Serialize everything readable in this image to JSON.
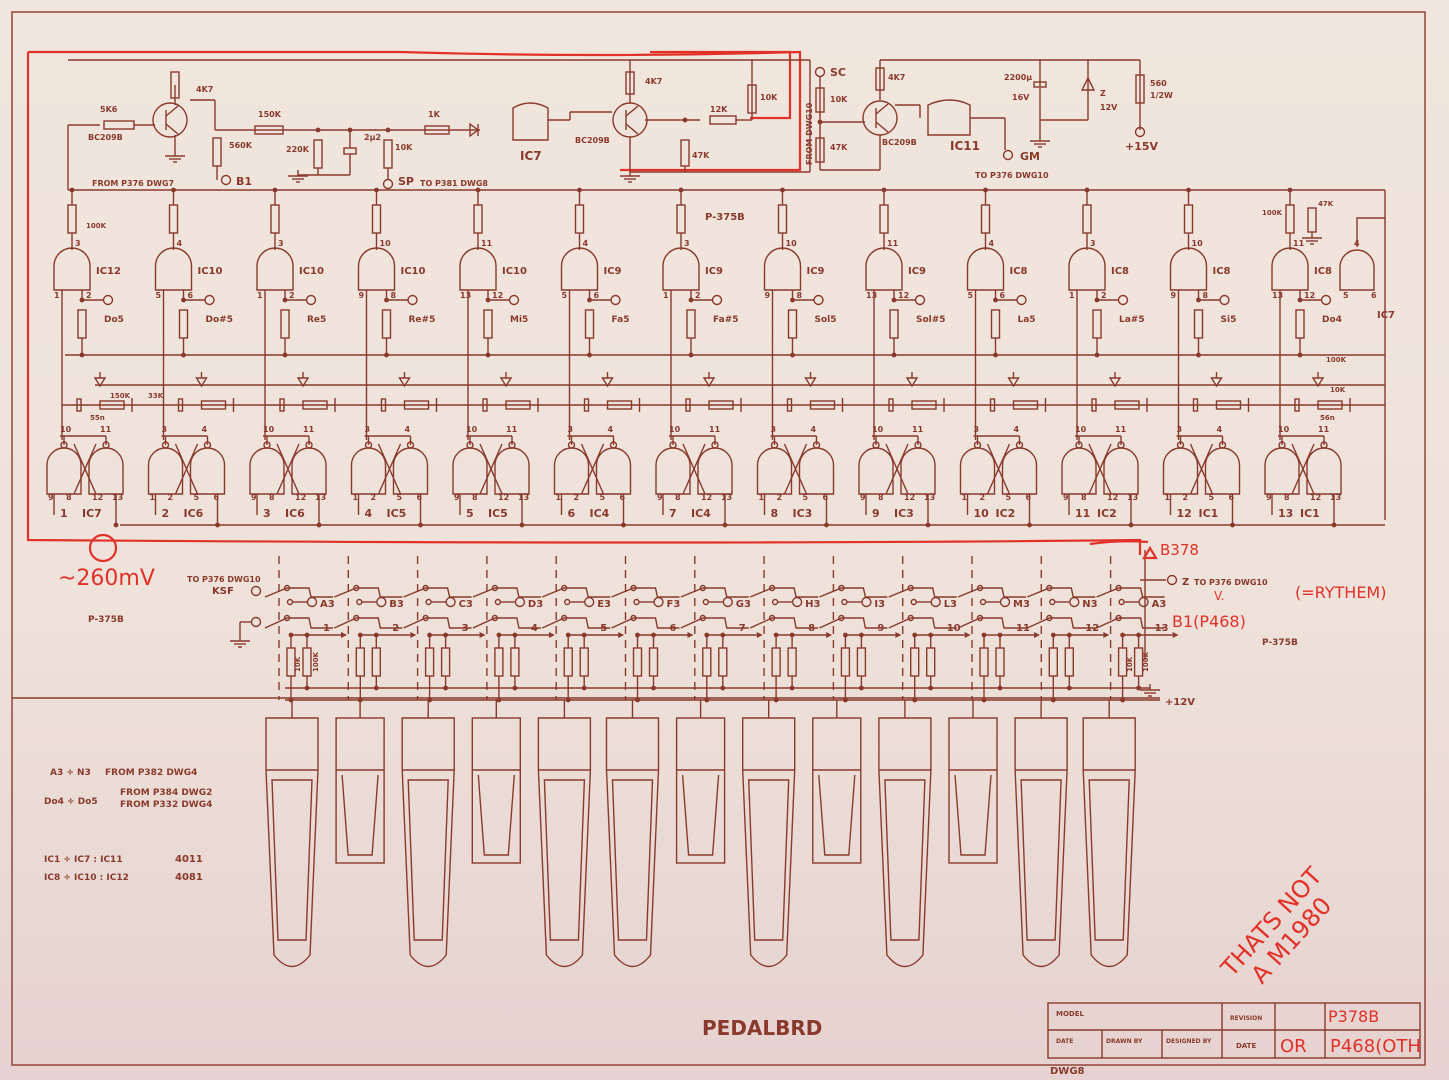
{
  "title": "PEDALBRD",
  "drawing_ref": "DWG8",
  "board_labels": [
    "P-375B",
    "P-375B",
    "P-375B"
  ],
  "top_circuit": {
    "labels": [
      "5K6",
      "BC209B",
      "4K7",
      "560K",
      "150K",
      "220K",
      "2µ2",
      "10K",
      "1K",
      "IC7",
      "BC209B",
      "4K7",
      "47K",
      "12K",
      "10K",
      "FROM P376 DWG7",
      "B1",
      "SP",
      "TO P381 DWG8",
      "FROM DWG10",
      "SC",
      "10K",
      "47K",
      "4K7",
      "BC209B",
      "IC11",
      "GM",
      "TO P376 DWG10",
      "2200µ",
      "16V",
      "Z",
      "12V",
      "560",
      "1/2W",
      "+15V"
    ]
  },
  "gates": [
    {
      "ic": "IC12",
      "out": "3",
      "in": [
        "1",
        "2"
      ],
      "note": "Do5",
      "r": "100K"
    },
    {
      "ic": "IC10",
      "out": "4",
      "in": [
        "5",
        "6"
      ],
      "note": "Do#5"
    },
    {
      "ic": "IC10",
      "out": "3",
      "in": [
        "1",
        "2"
      ],
      "note": "Re5"
    },
    {
      "ic": "IC10",
      "out": "10",
      "in": [
        "9",
        "8"
      ],
      "note": "Re#5"
    },
    {
      "ic": "IC10",
      "out": "11",
      "in": [
        "13",
        "12"
      ],
      "note": "Mi5"
    },
    {
      "ic": "IC9",
      "out": "4",
      "in": [
        "5",
        "6"
      ],
      "note": "Fa5"
    },
    {
      "ic": "IC9",
      "out": "3",
      "in": [
        "1",
        "2"
      ],
      "note": "Fa#5"
    },
    {
      "ic": "IC9",
      "out": "10",
      "in": [
        "9",
        "8"
      ],
      "note": "Sol5"
    },
    {
      "ic": "IC9",
      "out": "11",
      "in": [
        "13",
        "12"
      ],
      "note": "Sol#5"
    },
    {
      "ic": "IC8",
      "out": "4",
      "in": [
        "5",
        "6"
      ],
      "note": "La5"
    },
    {
      "ic": "IC8",
      "out": "3",
      "in": [
        "1",
        "2"
      ],
      "note": "La#5"
    },
    {
      "ic": "IC8",
      "out": "10",
      "in": [
        "9",
        "8"
      ],
      "note": "Si5"
    },
    {
      "ic": "IC8",
      "out": "11",
      "in": [
        "13",
        "12"
      ],
      "note": "Do4",
      "r": "100K"
    }
  ],
  "extra_gate": {
    "ic": "IC7",
    "out": "4",
    "in": [
      "5",
      "6"
    ],
    "r": "47K"
  },
  "network_labels": [
    "150K",
    "33K",
    "55n",
    "100K",
    "10K",
    "56n"
  ],
  "flipflops": [
    {
      "n": "1",
      "ic": "IC7",
      "top": [
        "10",
        "11"
      ],
      "bottom": [
        "9",
        "8",
        "12",
        "13"
      ]
    },
    {
      "n": "2",
      "ic": "IC6",
      "top": [
        "3",
        "4"
      ],
      "bottom": [
        "1",
        "2",
        "5",
        "6"
      ]
    },
    {
      "n": "3",
      "ic": "IC6",
      "top": [
        "10",
        "11"
      ],
      "bottom": [
        "9",
        "8",
        "12",
        "13"
      ]
    },
    {
      "n": "4",
      "ic": "IC5",
      "top": [
        "3",
        "4"
      ],
      "bottom": [
        "1",
        "2",
        "5",
        "6"
      ]
    },
    {
      "n": "5",
      "ic": "IC5",
      "top": [
        "10",
        "11"
      ],
      "bottom": [
        "9",
        "8",
        "12",
        "13"
      ]
    },
    {
      "n": "6",
      "ic": "IC4",
      "top": [
        "3",
        "4"
      ],
      "bottom": [
        "1",
        "2",
        "5",
        "6"
      ]
    },
    {
      "n": "7",
      "ic": "IC4",
      "top": [
        "10",
        "11"
      ],
      "bottom": [
        "9",
        "8",
        "12",
        "13"
      ]
    },
    {
      "n": "8",
      "ic": "IC3",
      "top": [
        "3",
        "4"
      ],
      "bottom": [
        "1",
        "2",
        "5",
        "6"
      ]
    },
    {
      "n": "9",
      "ic": "IC3",
      "top": [
        "10",
        "11"
      ],
      "bottom": [
        "9",
        "8",
        "12",
        "13"
      ]
    },
    {
      "n": "10",
      "ic": "IC2",
      "top": [
        "3",
        "4"
      ],
      "bottom": [
        "1",
        "2",
        "5",
        "6"
      ]
    },
    {
      "n": "11",
      "ic": "IC2",
      "top": [
        "10",
        "11"
      ],
      "bottom": [
        "9",
        "8",
        "12",
        "13"
      ]
    },
    {
      "n": "12",
      "ic": "IC1",
      "top": [
        "3",
        "4"
      ],
      "bottom": [
        "1",
        "2",
        "5",
        "6"
      ]
    },
    {
      "n": "13",
      "ic": "IC1",
      "top": [
        "10",
        "11"
      ],
      "bottom": [
        "9",
        "8",
        "12",
        "13"
      ]
    }
  ],
  "switches": {
    "keys": [
      "A3",
      "B3",
      "C3",
      "D3",
      "E3",
      "F3",
      "G3",
      "H3",
      "I3",
      "L3",
      "M3",
      "N3",
      "A3"
    ],
    "numbers": [
      "1",
      "2",
      "3",
      "4",
      "5",
      "6",
      "7",
      "8",
      "9",
      "10",
      "11",
      "12",
      "13"
    ],
    "left_ref": "TO P376 DWG10",
    "left_pin": "KSF",
    "right_pin": "Z",
    "right_ref": "TO P376 DWG10",
    "supply": "+12V",
    "res_labels": [
      "10K",
      "100K",
      "10K",
      "100K"
    ]
  },
  "notes": [
    {
      "a": "A3 ÷ N3",
      "b": "FROM P382 DWG4"
    },
    {
      "a": "Do4 ÷ Do5",
      "b": "FROM P384 DWG2",
      "c": "FROM P332 DWG4"
    },
    {
      "a": "IC1 ÷ IC7 : IC11",
      "b": "4011"
    },
    {
      "a": "IC8 ÷ IC10 : IC12",
      "b": "4081"
    }
  ],
  "pedals": {
    "count": 13,
    "black": [
      1,
      3,
      6,
      8,
      10
    ]
  },
  "title_block": {
    "model": "MODEL",
    "revision": "REVISION",
    "date": "DATE",
    "drawn_by": "DRAWN BY",
    "designed_by": "DESIGNED BY",
    "date2": "DATE"
  },
  "annotations": {
    "voltage": "~260mV",
    "b378": "B378",
    "rythem": "(=RYTHEM)",
    "v": "V.",
    "b1": "B1(P468)",
    "p378b": "P378B",
    "or": "OR",
    "p468": "P468(OTH",
    "line1": "THATS NOT",
    "line2": "A M1980"
  },
  "colors": {
    "ink": "#8a3a2c",
    "annotation": "#e1322a",
    "paper": "#eee2da"
  }
}
